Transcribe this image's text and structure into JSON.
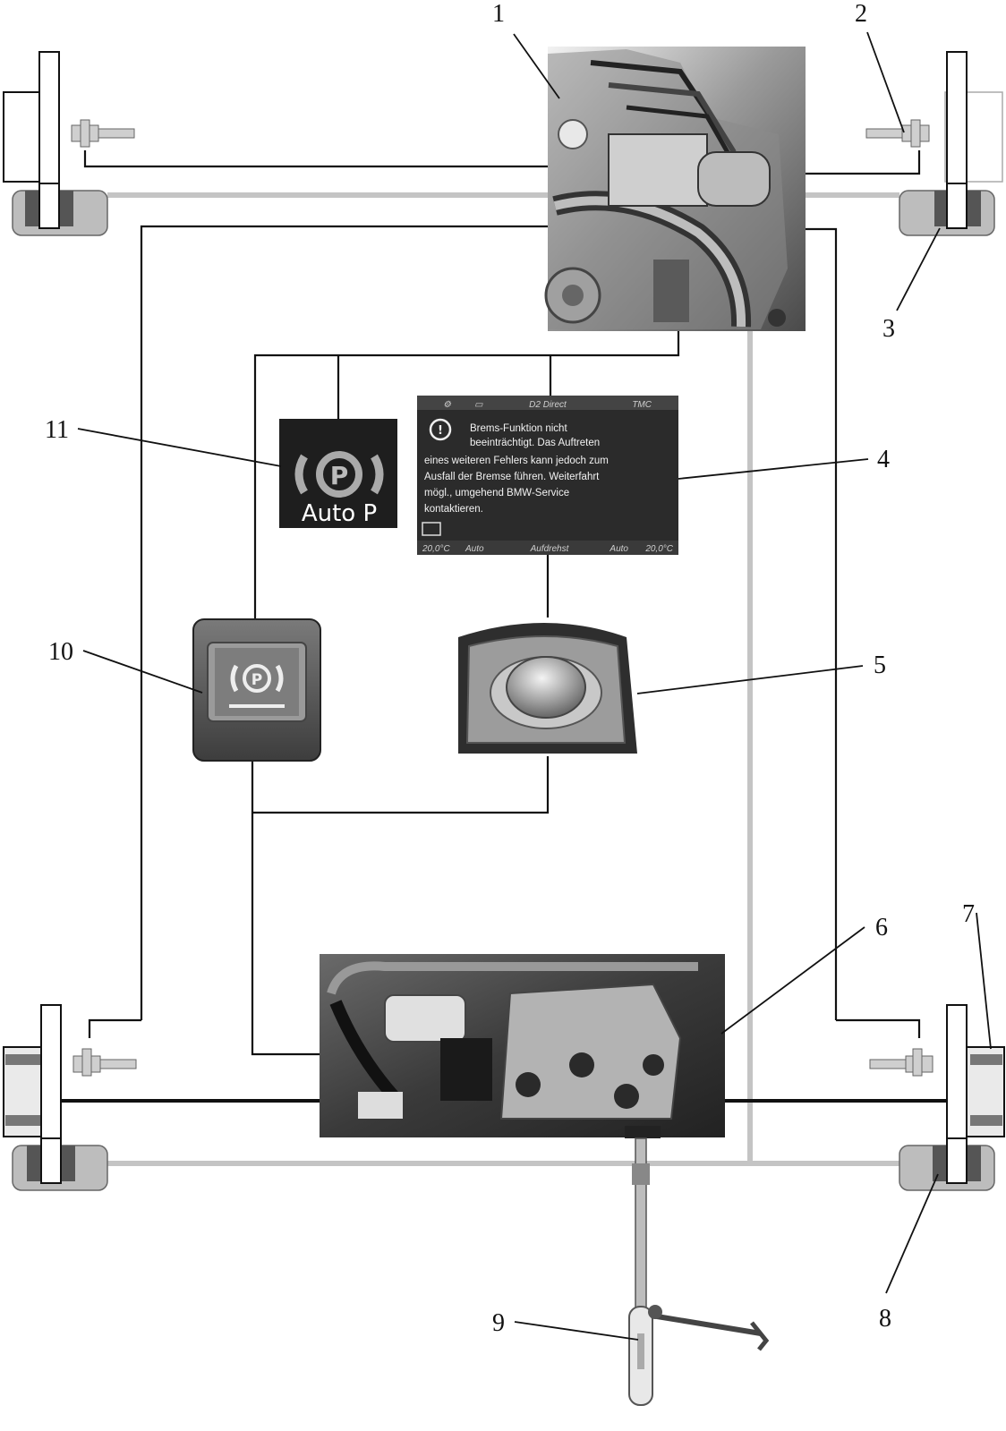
{
  "callouts": [
    "1",
    "2",
    "3",
    "4",
    "5",
    "6",
    "7",
    "8",
    "9",
    "10",
    "11"
  ],
  "auto_p": {
    "symbol": "P",
    "label": "Auto P"
  },
  "park_button": {
    "symbol": "P"
  },
  "display": {
    "top_center": "D2 Direct",
    "top_right": "TMC",
    "message_lines": [
      "Brems-Funktion nicht",
      "beeinträchtigt. Das Auftreten",
      "eines weiteren Fehlers kann jedoch zum",
      "Ausfall der Bremse führen. Weiterfahrt",
      "mögl., umgehend BMW-Service",
      "kontaktieren."
    ],
    "bottom_left": "20,0°C",
    "bottom_left2": "Auto",
    "bottom_center": "Aufdrehst",
    "bottom_right": "Auto",
    "bottom_right2": "20,0°C"
  },
  "colors": {
    "wire": "#111111",
    "brake_line": "#c4c4c4",
    "caliper": "#bdbdbd",
    "display_bg": "#2b2b2b"
  }
}
